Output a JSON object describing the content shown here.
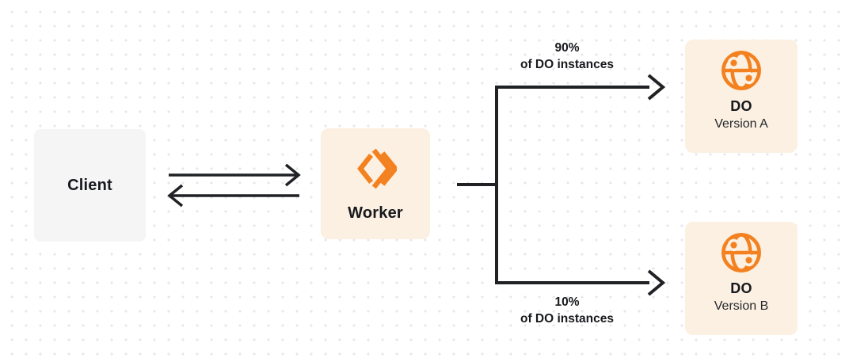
{
  "nodes": {
    "client": {
      "label": "Client"
    },
    "worker": {
      "label": "Worker"
    },
    "do_version_a": {
      "title": "DO",
      "subtitle": "Version A"
    },
    "do_version_b": {
      "title": "DO",
      "subtitle": "Version B"
    }
  },
  "edges": {
    "top_branch": {
      "percent": "90%",
      "caption": "of DO instances"
    },
    "bottom_branch": {
      "percent": "10%",
      "caption": "of DO instances"
    }
  },
  "icons": {
    "worker_icon": "workers-chevron-icon",
    "do_icon": "globe-icon"
  },
  "colors": {
    "accent_orange": "#F48120",
    "node_cream_bg": "#FBF0E1",
    "node_gray_bg": "#F5F5F6",
    "line_dark": "#1F2124",
    "grid_dot": "#E7E7E9",
    "background": "#FFFFFF"
  }
}
